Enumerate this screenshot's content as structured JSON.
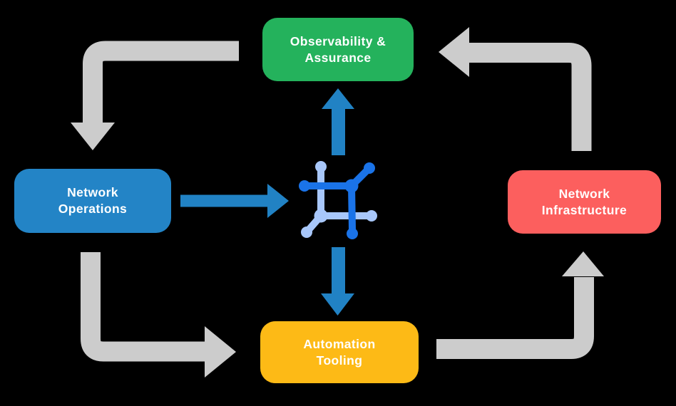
{
  "diagram": {
    "background": "#000000",
    "colors": {
      "cycle_arrow": "#cccccc",
      "flow_arrow": "#2182c4",
      "text": "#ffffff",
      "icon_dark": "#1a73e8",
      "icon_light": "#a8c7fa"
    },
    "center_icon": {
      "name": "network-automation-icon"
    },
    "nodes": {
      "observability": {
        "line1": "Observability &",
        "line2": "Assurance",
        "color": "#24b25c"
      },
      "operations": {
        "line1": "Network",
        "line2": "Operations",
        "color": "#2384c6"
      },
      "infrastructure": {
        "line1": "Network",
        "line2": "Infrastructure",
        "color": "#fc5f5e"
      },
      "automation": {
        "line1": "Automation",
        "line2": "Tooling",
        "color": "#fdba16"
      }
    }
  }
}
